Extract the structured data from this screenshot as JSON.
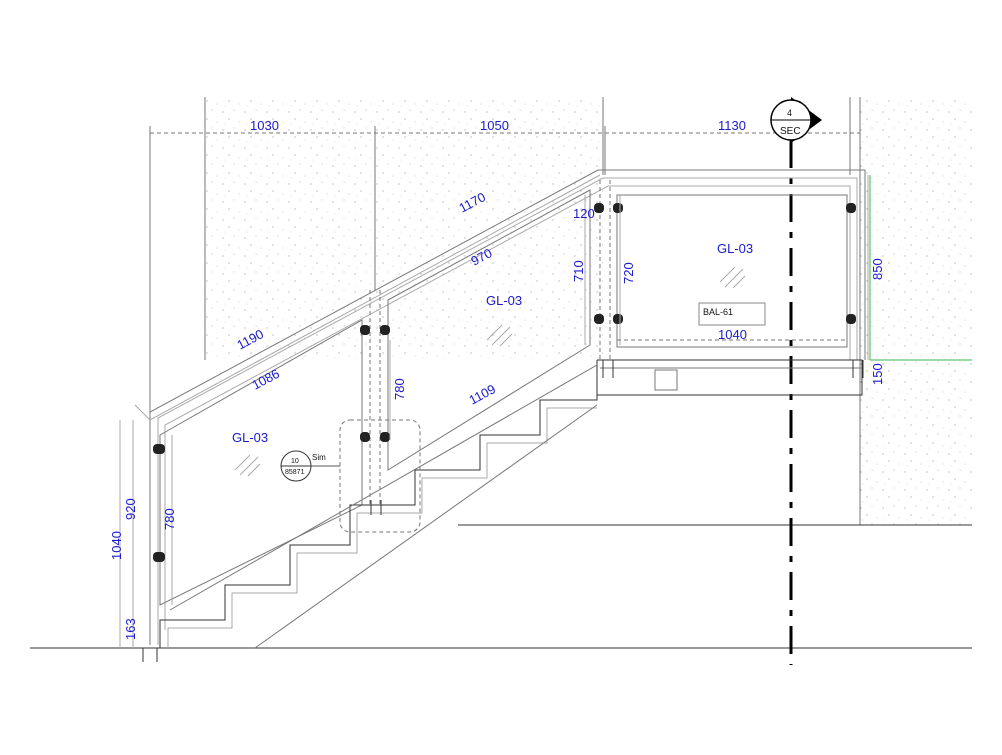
{
  "drawing": {
    "top_dimensions": [
      "1030",
      "1050",
      "1130"
    ],
    "section_marker": {
      "number": "4",
      "label": "SEC"
    },
    "sloped_dimensions": {
      "rail_lower_outer": "1190",
      "rail_lower_inner": "1086",
      "rail_upper_outer": "1170",
      "rail_upper_inner": "970",
      "stringer": "1109"
    },
    "glass_tags": [
      "GL-03",
      "GL-03",
      "GL-03"
    ],
    "vertical_dimensions": {
      "left_total": "1040",
      "left_rail": "920",
      "left_glass": "780",
      "left_base": "163",
      "mid_glass": "780",
      "landing_left": "710",
      "landing_glass": "720",
      "right_rail": "850",
      "right_slab": "150"
    },
    "small_dimensions": {
      "post_offset": "120",
      "landing_glass_width": "1040"
    },
    "balustrade_tag": "BAL-61",
    "detail_callout": {
      "number": "10",
      "sheet": "85871",
      "note": "Sim"
    },
    "colors": {
      "dimension_text": "#1a1acc",
      "level_line": "#3bb54a"
    }
  }
}
